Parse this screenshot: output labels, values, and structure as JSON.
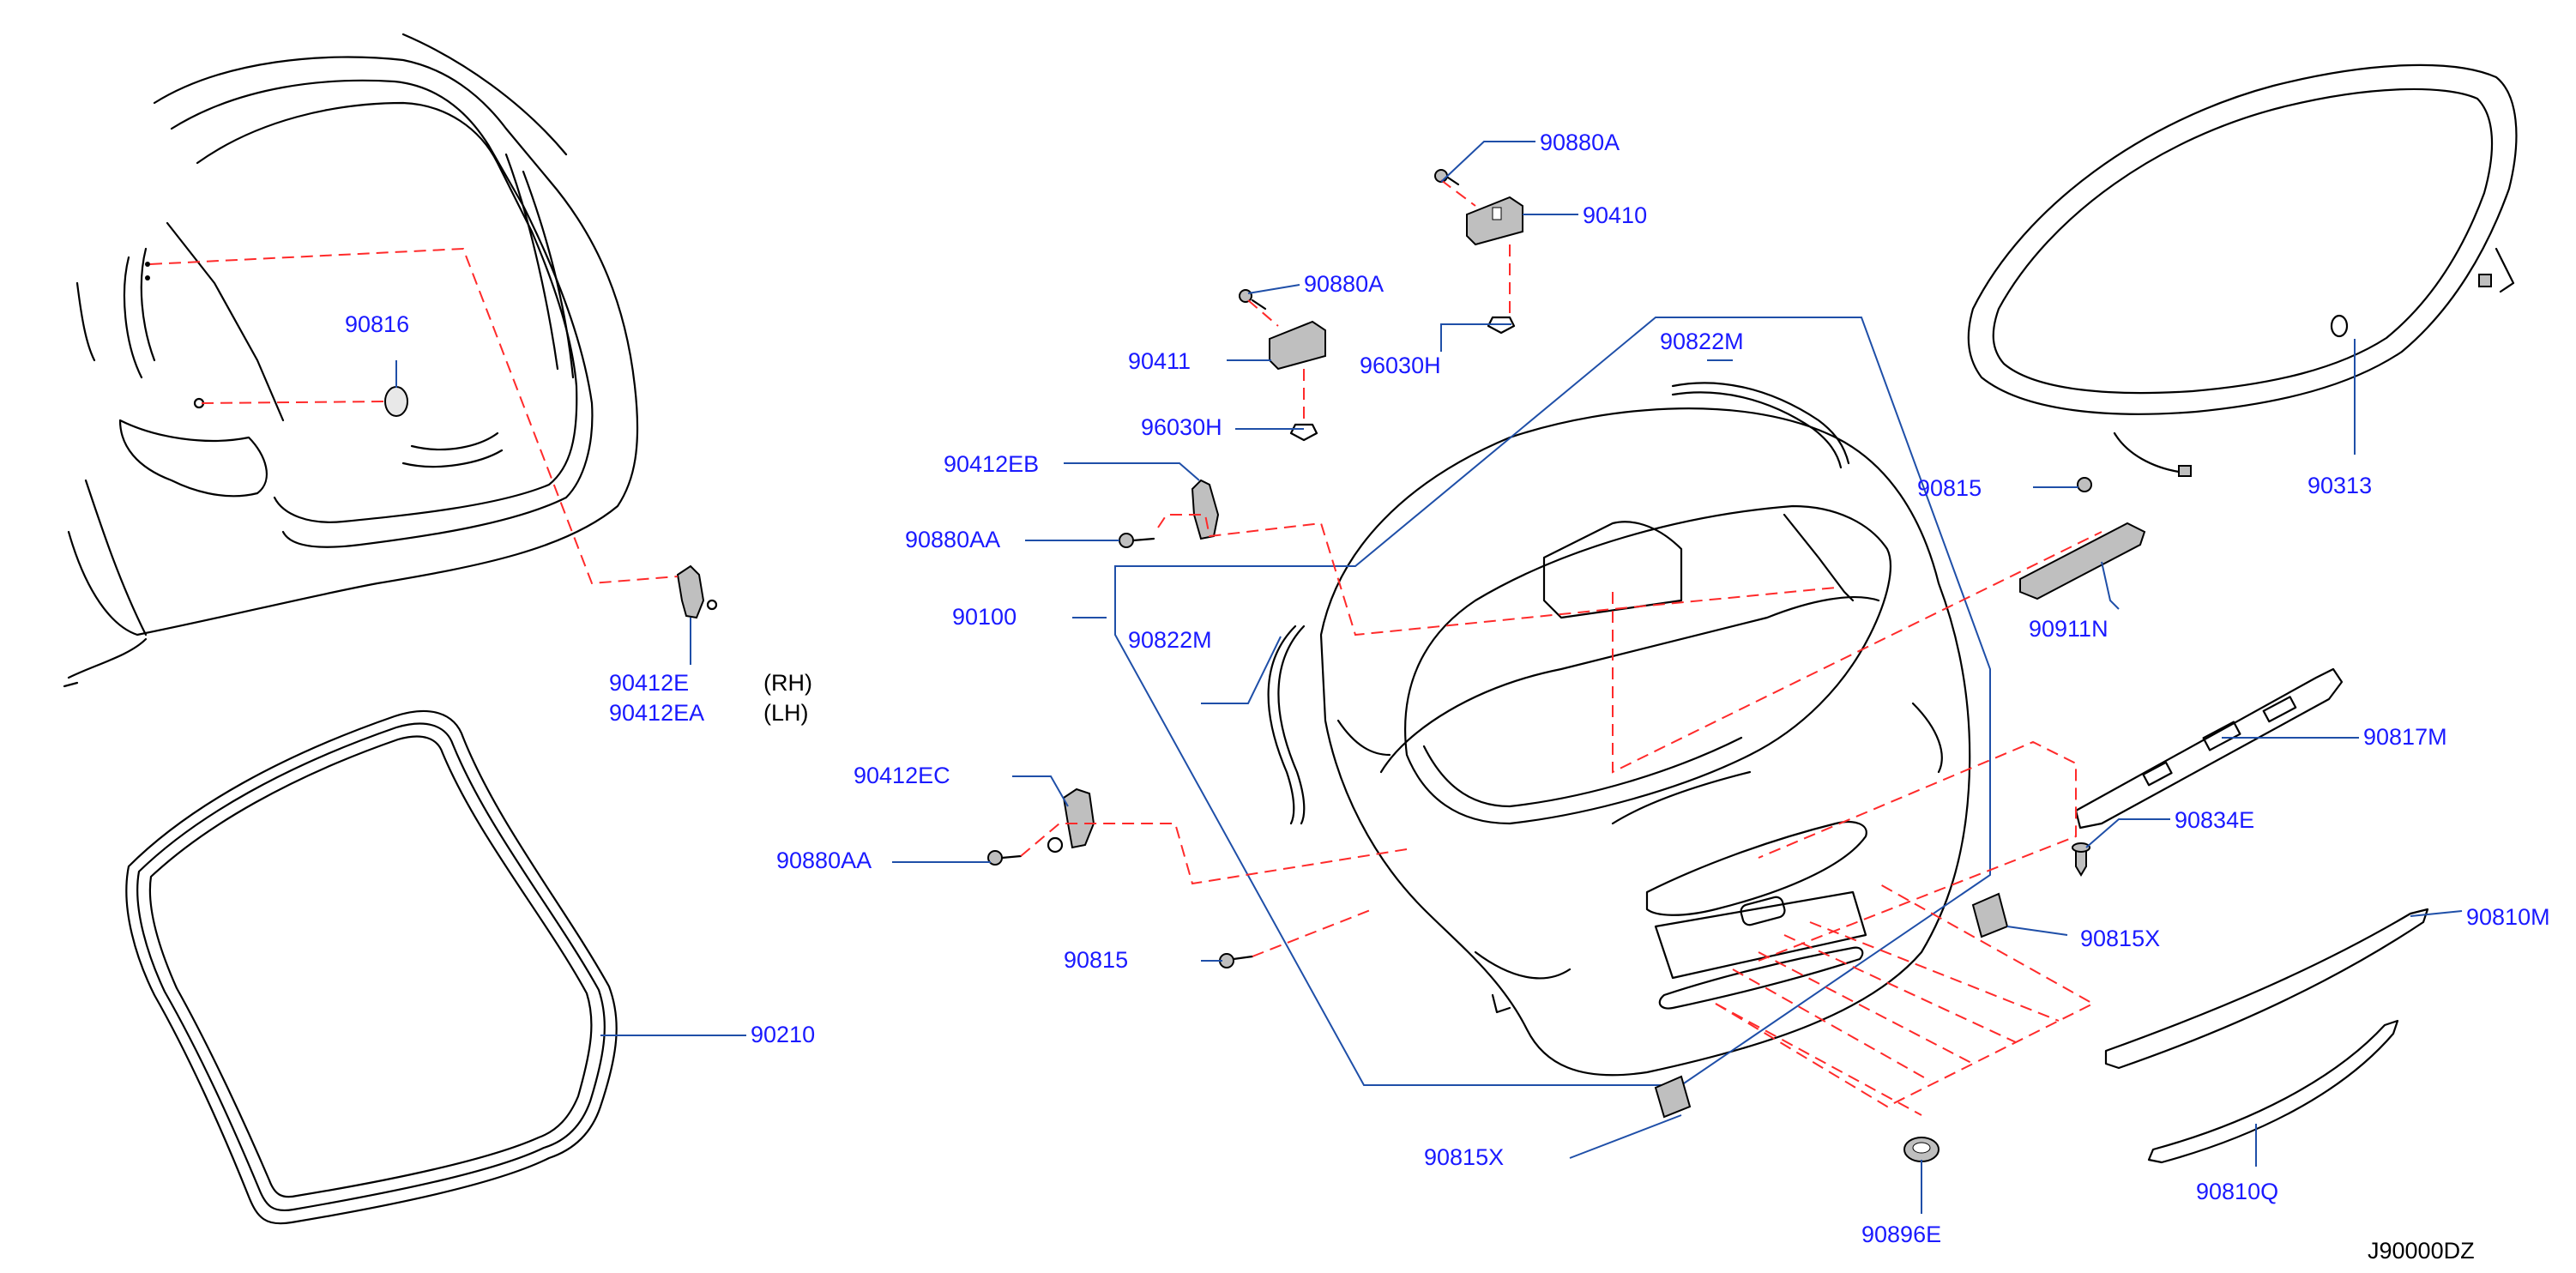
{
  "diagram_code": "J90000DZ",
  "colors": {
    "label": "#1a1aff",
    "leader": "#1f4fa8",
    "dashed": "#ff2a2a",
    "ink": "#000000"
  },
  "labels": {
    "p90816": "90816",
    "p90412e": "90412E",
    "p90412ea": "90412EA",
    "rh": "(RH)",
    "lh": "(LH)",
    "p90210": "90210",
    "p90880a_top": "90880A",
    "p90410": "90410",
    "p96030h_right": "96030H",
    "p90880a_mid": "90880A",
    "p90411": "90411",
    "p96030h_left": "96030H",
    "p90412eb": "90412EB",
    "p90880aa_top": "90880AA",
    "p90100": "90100",
    "p90822m_left": "90822M",
    "p90822m_top": "90822M",
    "p90412ec": "90412EC",
    "p90880aa_bottom": "90880AA",
    "p90815_left": "90815",
    "p90815x_bottom": "90815X",
    "p90896e": "90896E",
    "p90313": "90313",
    "p90815_right": "90815",
    "p90911n": "90911N",
    "p90817m": "90817M",
    "p90834e": "90834E",
    "p90815x_right": "90815X",
    "p90810m": "90810M",
    "p90810q": "90810Q"
  }
}
